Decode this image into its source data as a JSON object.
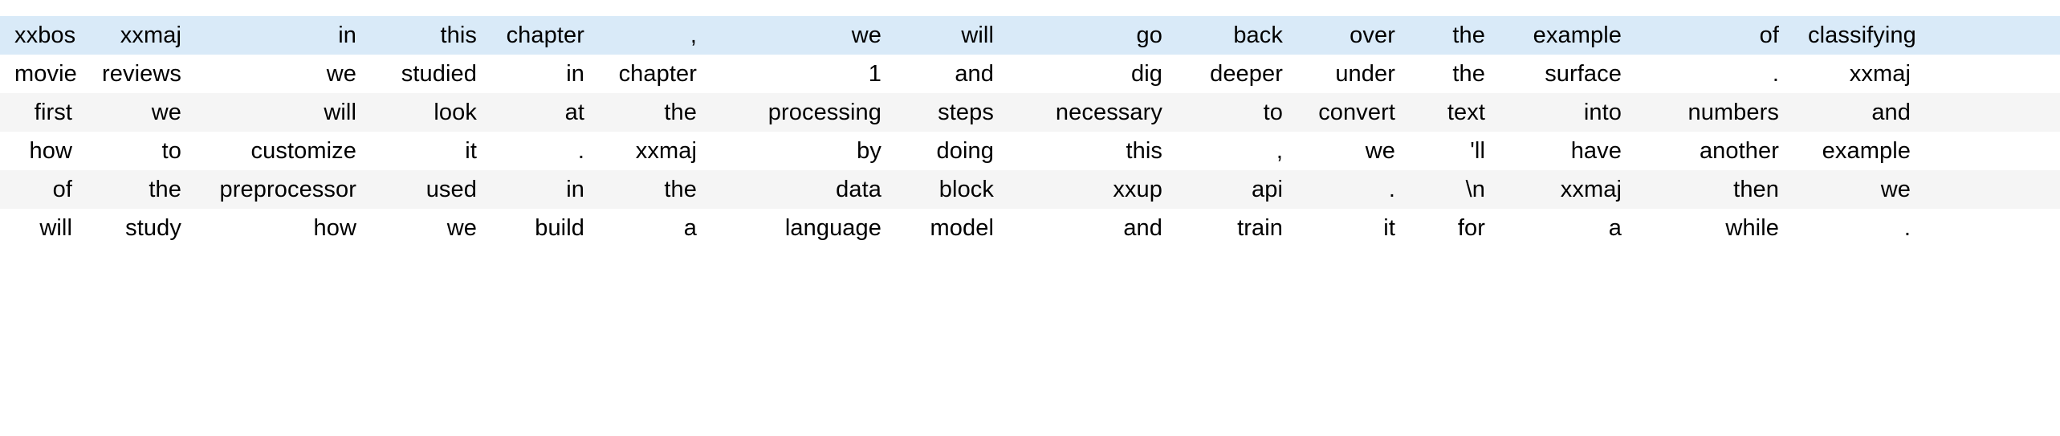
{
  "table": {
    "type": "tokenized-text-grid",
    "column_count": 16,
    "row_count": 6,
    "selected_row_index": 0,
    "colors": {
      "selected_row_background": "#d9eaf8",
      "stripe_row_background": "#f5f5f5",
      "plain_row_background": "#ffffff",
      "text": "#000000",
      "page_background": "#ffffff"
    },
    "rows": [
      {
        "state": "selected",
        "cells": [
          "xxbos",
          "xxmaj",
          "in",
          "this",
          "chapter",
          ",",
          "we",
          "will",
          "go",
          "back",
          "over",
          "the",
          "example",
          "of",
          "classifying"
        ]
      },
      {
        "state": "plain",
        "cells": [
          "movie",
          "reviews",
          "we",
          "studied",
          "in",
          "chapter",
          "1",
          "and",
          "dig",
          "deeper",
          "under",
          "the",
          "surface",
          ".",
          "xxmaj"
        ]
      },
      {
        "state": "stripe",
        "cells": [
          "first",
          "we",
          "will",
          "look",
          "at",
          "the",
          "processing",
          "steps",
          "necessary",
          "to",
          "convert",
          "text",
          "into",
          "numbers",
          "and"
        ]
      },
      {
        "state": "plain",
        "cells": [
          "how",
          "to",
          "customize",
          "it",
          ".",
          "xxmaj",
          "by",
          "doing",
          "this",
          ",",
          "we",
          "'ll",
          "have",
          "another",
          "example"
        ]
      },
      {
        "state": "stripe",
        "cells": [
          "of",
          "the",
          "preprocessor",
          "used",
          "in",
          "the",
          "data",
          "block",
          "xxup",
          "api",
          ".",
          "\\n",
          "xxmaj",
          "then",
          "we"
        ]
      },
      {
        "state": "plain",
        "cells": [
          "will",
          "study",
          "how",
          "we",
          "build",
          "a",
          "language",
          "model",
          "and",
          "train",
          "it",
          "for",
          "a",
          "while",
          "."
        ]
      }
    ]
  }
}
